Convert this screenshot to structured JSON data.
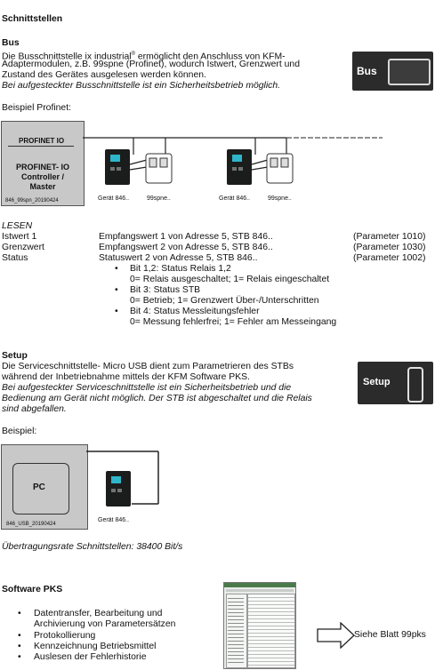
{
  "title": "Schnittstellen",
  "bus": {
    "heading": "Bus",
    "line1a": "Die Busschnittstelle ix industrial",
    "reg": "®",
    "line1b": " ermöglicht den Anschluss von KFM-",
    "line2": "Adaptermodulen, z.B. 99spne (Profinet), wodurch Istwert, Grenzwert und",
    "line3": "Zustand des Gerätes ausgelesen werden können.",
    "note": "Bei aufgesteckter Busschnittstelle ist ein Sicherheitsbetrieb möglich.",
    "image_label": "Bus",
    "example_label": "Beispiel Profinet:"
  },
  "profinet_diagram": {
    "box_top_label": "PROFINET IO",
    "box_main_label_1": "PROFINET- IO",
    "box_main_label_2": "Controller /",
    "box_main_label_3": "Master",
    "box_file": "846_99spn_20190424",
    "device1": "Gerät 846..",
    "adapter1": "99spne..",
    "device2": "Gerät 846..",
    "adapter2": "99spne.."
  },
  "lesen": {
    "heading": "LESEN",
    "rows": [
      {
        "label": "Istwert 1",
        "value": "Empfangswert 1 von Adresse 5, STB 846..",
        "param": "(Parameter 1010)"
      },
      {
        "label": "Grenzwert",
        "value": "Empfangswert 2 von Adresse 5, STB 846..",
        "param": "(Parameter 1030)"
      },
      {
        "label": "Status",
        "value": "Statuswert 2 von Adresse 5, STB 846..",
        "param": "(Parameter 1002)"
      }
    ],
    "bullets": [
      {
        "title": "Bit 1,2: Status Relais 1,2",
        "detail": "0= Relais ausgeschaltet; 1= Relais eingeschaltet"
      },
      {
        "title": "Bit 3: Status STB",
        "detail": "0= Betrieb; 1= Grenzwert Über-/Unterschritten"
      },
      {
        "title": "Bit 4: Status Messleitungsfehler",
        "detail": "0= Messung fehlerfrei; 1= Fehler am Messeingang"
      }
    ]
  },
  "setup": {
    "heading": "Setup",
    "line1": "Die Serviceschnittstelle- Micro USB dient zum Parametrieren des STBs",
    "line2": "während der Inbetriebnahme mittels der KFM Software PKS.",
    "note1": "Bei aufgesteckter Serviceschnittstelle ist ein Sicherheitsbetrieb und die",
    "note2": "Bedienung am Gerät nicht möglich. Der STB ist abgeschaltet und die Relais",
    "note3": "sind abgefallen.",
    "image_label": "Setup",
    "example_label": "Beispiel:"
  },
  "usb_diagram": {
    "pc_label": "PC",
    "box_file": "846_USB_20190424",
    "device": "Gerät 846.."
  },
  "transfer_rate": "Übertragungsrate Schnittstellen: 38400 Bit/s",
  "pks": {
    "heading": "Software PKS",
    "bullets": [
      "Datentransfer, Bearbeitung und",
      "Archivierung von Parametersätzen",
      "Protokollierung",
      "Kennzeichnung Betriebsmittel",
      "Auslesen der Fehlerhistorie"
    ],
    "see_sheet": "Siehe Blatt 99pks"
  }
}
